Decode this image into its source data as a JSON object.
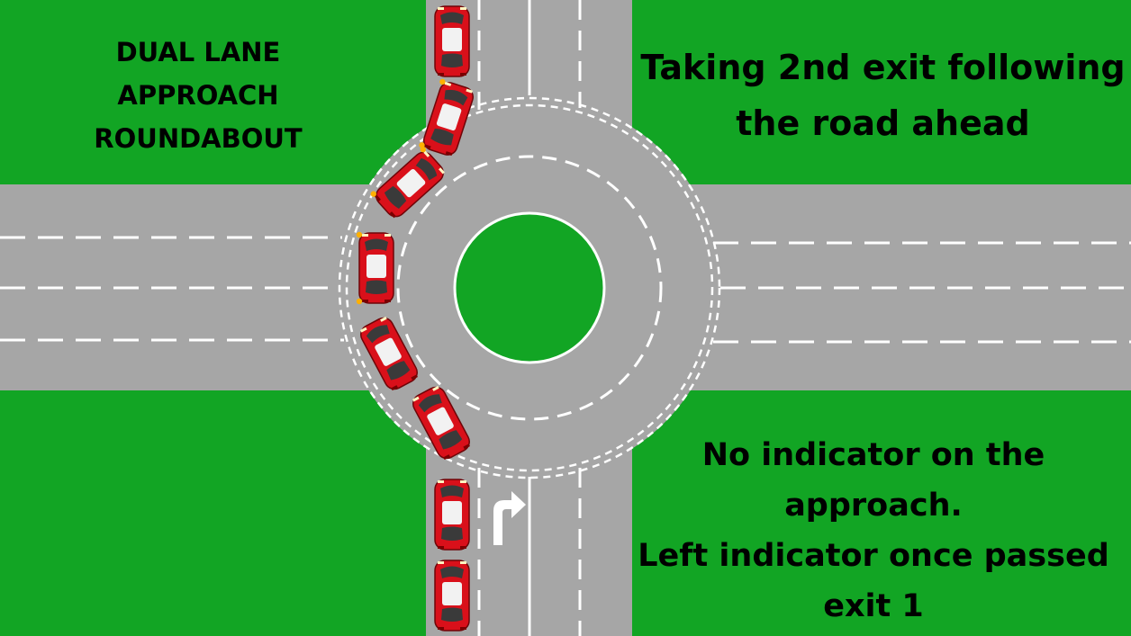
{
  "diagram": {
    "title": [
      "DUAL LANE",
      "APPROACH",
      "ROUNDABOUT"
    ],
    "heading": [
      "Taking 2nd exit following",
      "the road ahead"
    ],
    "note": [
      "No indicator on the",
      "approach.",
      "Left indicator once passed",
      "exit 1"
    ],
    "colors": {
      "grass": "#12a524",
      "road": "#a6a6a6",
      "marking": "#ffffff",
      "car": "#d9101a",
      "indicator": "#ffb000"
    },
    "cars": [
      {
        "name": "car-top-1",
        "indicator": false
      },
      {
        "name": "car-top-2",
        "indicator": true
      },
      {
        "name": "car-circle-1",
        "indicator": true
      },
      {
        "name": "car-circle-2",
        "indicator": true
      },
      {
        "name": "car-circle-3",
        "indicator": false
      },
      {
        "name": "car-circle-4",
        "indicator": false
      },
      {
        "name": "car-bottom-1",
        "indicator": false
      },
      {
        "name": "car-bottom-2",
        "indicator": false
      }
    ],
    "arrow_icon": "right-turn-arrow-icon"
  }
}
